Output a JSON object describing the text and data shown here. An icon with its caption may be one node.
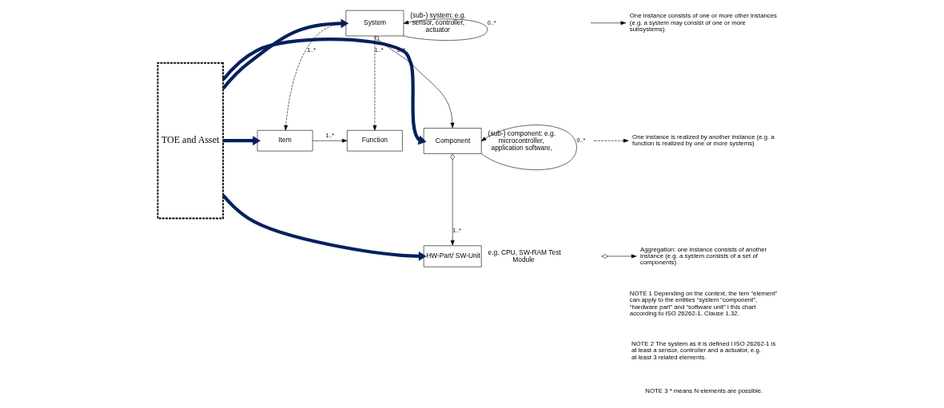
{
  "diagram": {
    "nodes": [
      {
        "text": [
          "TOE and Asset"
        ]
      },
      {
        "text": [
          "Item"
        ]
      },
      {
        "text": [
          "Function"
        ]
      },
      {
        "text": [
          "System"
        ],
        "beside": [
          "(sub-) system: e.g. sensor, controller, actuator"
        ]
      },
      {
        "text": [
          "Component"
        ],
        "beside": [
          "(sub-) component: e.g. microcontroller, application software,"
        ]
      },
      {
        "text": [
          "HW-Part/ SW-Unit"
        ],
        "beside": [
          "e.g. CPU, SW-RAM Test Module"
        ]
      }
    ],
    "edges": [
      {
        "from": 0,
        "to": 1,
        "arrow": "to",
        "style": "thick",
        "color": "#06205e"
      },
      {
        "from": 0,
        "to": 3,
        "arrow": "to",
        "style": "thick",
        "color": "#06205e"
      },
      {
        "from": 0,
        "to": 4,
        "arrow": "to",
        "style": "thick",
        "color": "#06205e"
      },
      {
        "from": 0,
        "to": 5,
        "arrow": "to",
        "style": "thick",
        "color": "#06205e"
      },
      {
        "from": 1,
        "to": 2,
        "arrow": "to",
        "label": "1..*"
      },
      {
        "from": 3,
        "to": 1,
        "arrow": "to",
        "style": "dashed",
        "label": "1..*"
      },
      {
        "from": 3,
        "to": 2,
        "arrow": "to",
        "style": "dashed",
        "label": "1..*"
      },
      {
        "from": 3,
        "to": 3,
        "arrow": "to",
        "label": "0..*"
      },
      {
        "from": 3,
        "to": 4,
        "arrow": "to",
        "label": "3..*"
      },
      {
        "from": 4,
        "to": 4,
        "arrow": "to",
        "label": "0..*"
      },
      {
        "from": 4,
        "to": 5,
        "arrow": "to",
        "label": "1..*"
      }
    ],
    "labels": [
      "NOTE 1 Depending on the context, the tem “element” can apply to the entities “system “component”, “hardware part” and “software unit” i this chart according to ISO 26262-1, Clause 1.32.",
      "NOTE 2 The system as it is defined i ISO 26262-1 is at least a sensor, controller and a actuator, e.g. at least 3 related elements.",
      "NOTE 3 * means N elements are possible."
    ],
    "legend": [
      {
        "text": "One instance consists of one or more other instances (e.g. a system may consist of one or more subsystems)"
      },
      {
        "text": "One instance is realized by another instance (e.g. a function is realized by one or more systems)"
      },
      {
        "text": "Aggregation: one instance consists of another instance (e.g. a system consists of a set of components)"
      }
    ]
  }
}
